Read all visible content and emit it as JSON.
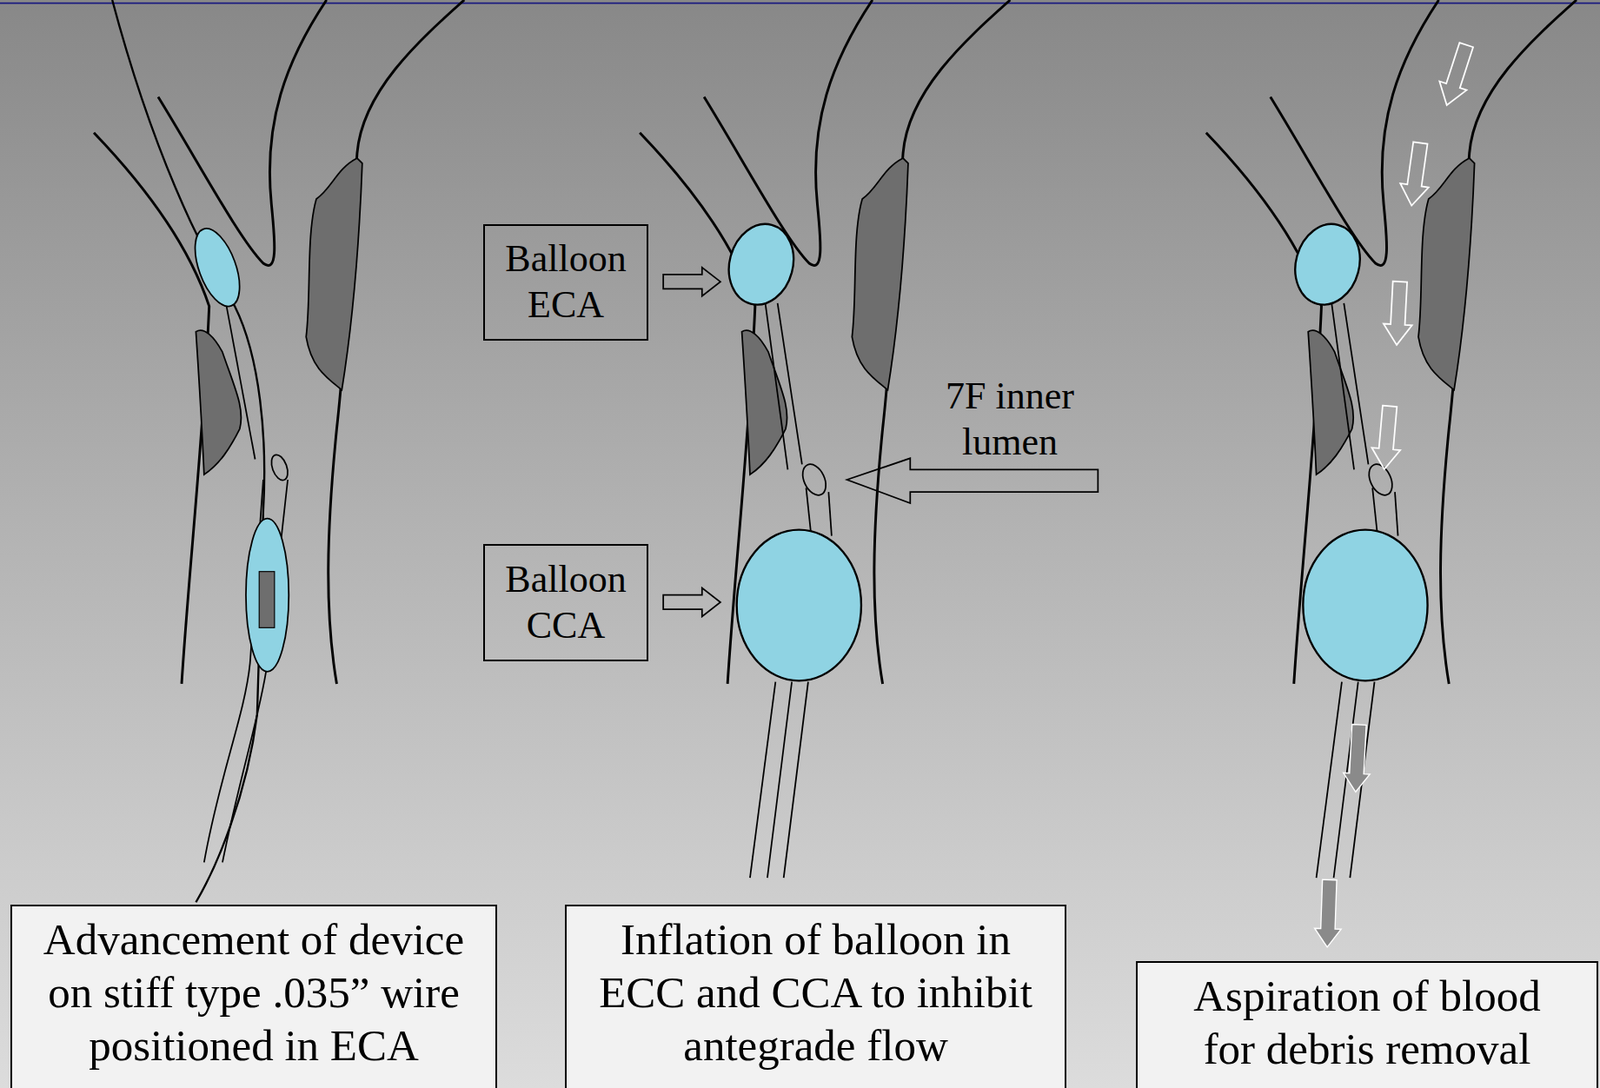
{
  "diagram": {
    "nodes": [
      {
        "text": [
          "Balloon ECA"
        ]
      },
      {
        "text": [
          "Balloon CCA"
        ]
      },
      {
        "text": [
          "Advancement of device on stiff type .035” wire positioned in ECA"
        ]
      },
      {
        "text": [
          "Inflation of balloon in ECC and CCA to inhibit antegrade flow"
        ]
      },
      {
        "text": [
          "Aspiration of blood for debris removal"
        ]
      }
    ],
    "labels": [
      "7F inner lumen"
    ]
  }
}
